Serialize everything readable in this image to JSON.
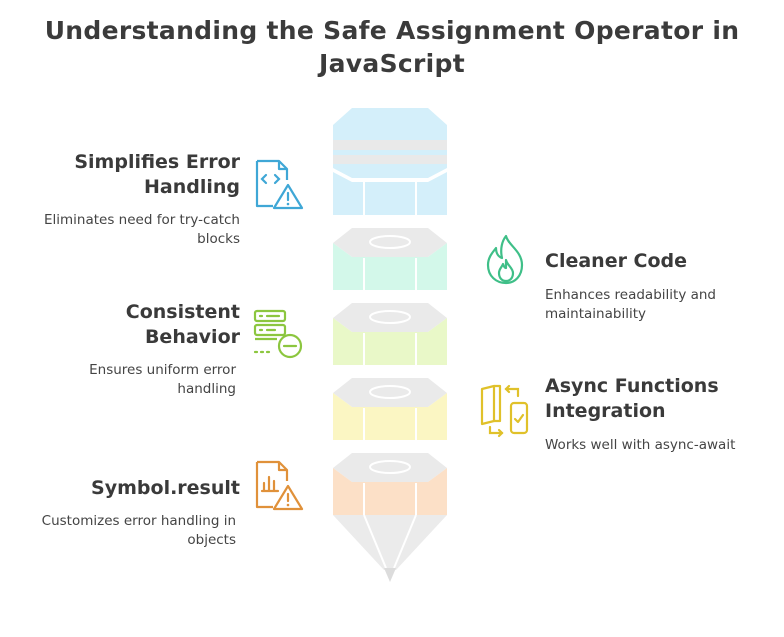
{
  "title": "Understanding the Safe Assignment Operator in JavaScript",
  "items": [
    {
      "heading": "Simplifies Error Handling",
      "description": "Eliminates need for try-catch blocks",
      "icon": "code-warning-file-icon",
      "color": "#d4effa"
    },
    {
      "heading": "Cleaner Code",
      "description": "Enhances readability and maintainability",
      "icon": "flame-icon",
      "color": "#d3f8ea"
    },
    {
      "heading": "Consistent Behavior",
      "description": "Ensures uniform error handling",
      "icon": "server-minus-icon",
      "color": "#e9f8c8"
    },
    {
      "heading": "Async Functions Integration",
      "description": "Works well with async-await",
      "icon": "sync-devices-icon",
      "color": "#fbf6c3"
    },
    {
      "heading": "Symbol.result",
      "description": "Customizes error handling in objects",
      "icon": "chart-warning-file-icon",
      "color": "#fce0c7"
    }
  ]
}
